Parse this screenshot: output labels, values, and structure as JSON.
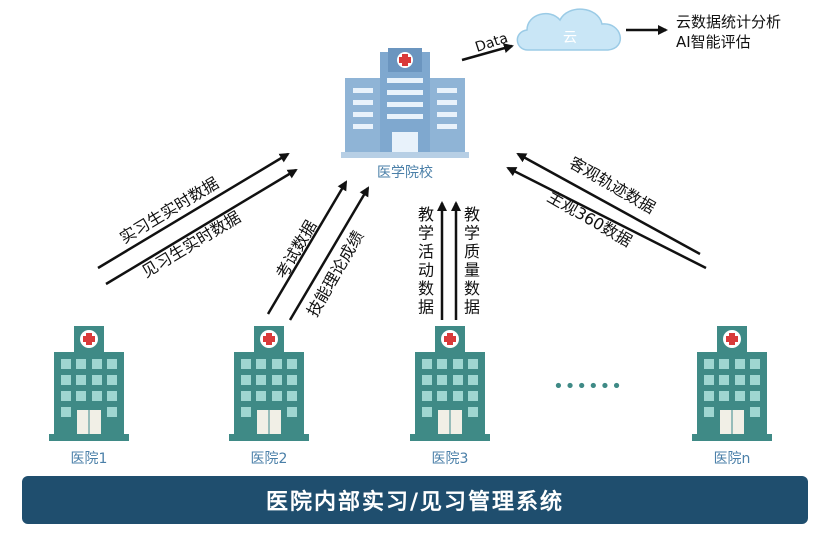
{
  "school": {
    "label": "医学院校"
  },
  "cloud": {
    "label": "云",
    "data_label": "Data"
  },
  "analysis": {
    "line1": "云数据统计分析",
    "line2": "AI智能评估"
  },
  "left_arrows": {
    "upper": "实习生实时数据",
    "lower": "见习生实时数据"
  },
  "mid_left_arrows": {
    "upper": "考试数据",
    "lower": "技能理论成绩"
  },
  "center_arrows": {
    "left_chars": [
      "教",
      "学",
      "活",
      "动",
      "数",
      "据"
    ],
    "right_chars": [
      "教",
      "学",
      "质",
      "量",
      "数",
      "据"
    ]
  },
  "right_arrows": {
    "upper": "客观轨迹数据",
    "lower": "主观360数据"
  },
  "hospitals": [
    "医院1",
    "医院2",
    "医院3",
    "医院n"
  ],
  "ellipsis": "••••••",
  "banner": {
    "title": "医院内部实习/见习管理系统"
  },
  "colors": {
    "hospital_body": "#3f8a86",
    "hospital_window": "#9fd6d1",
    "school_body": "#8fb4d6",
    "school_window": "#e8f2fb",
    "cloud_fill": "#c9e6f6",
    "banner": "#1f4e6e",
    "label_blue": "#4a7fa8",
    "cross_red": "#d93a3a"
  }
}
